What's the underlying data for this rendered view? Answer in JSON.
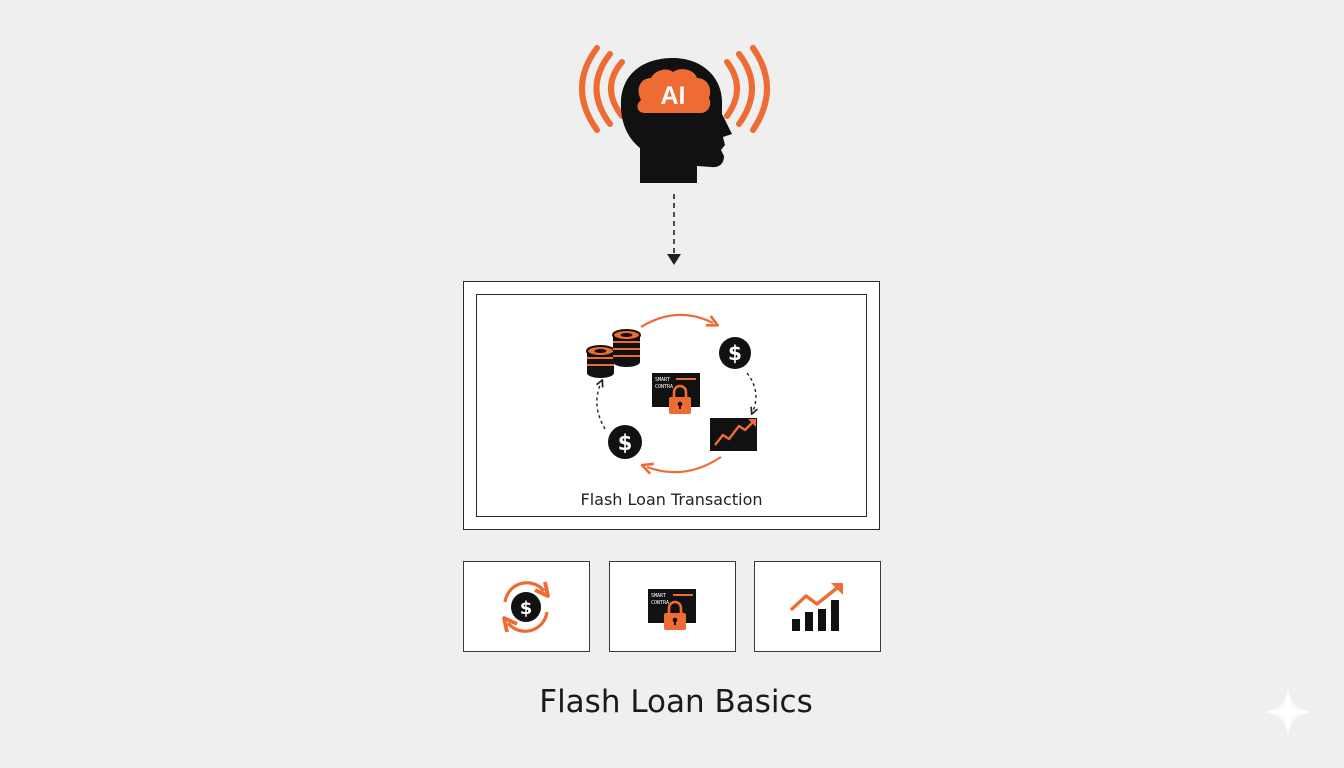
{
  "header": {
    "brain_label": "AI"
  },
  "main_diagram": {
    "caption": "Flash Loan Transaction",
    "contract_text": [
      "SMART",
      "CONTRA"
    ]
  },
  "tiles": [
    {
      "icon": "dollar-cycle-icon"
    },
    {
      "icon": "smart-contract-lock-icon",
      "contract_text": [
        "SMART",
        "CONTRA"
      ]
    },
    {
      "icon": "growth-chart-icon"
    }
  ],
  "footer": {
    "title": "Flash Loan Basics"
  },
  "colors": {
    "accent": "#ee6c33",
    "ink": "#111111",
    "background": "#efefef"
  }
}
